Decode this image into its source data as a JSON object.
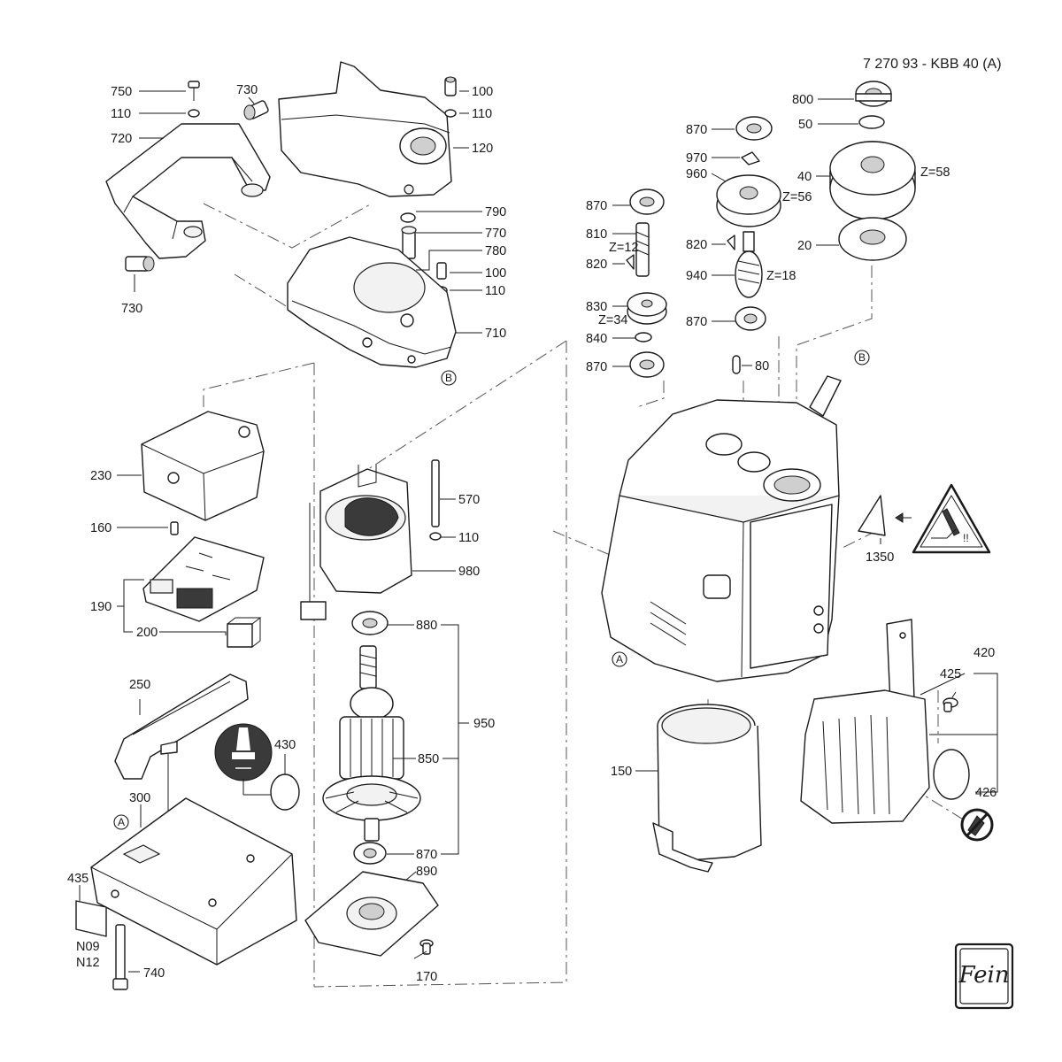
{
  "document": {
    "title": "7 270 93 - KBB 40 (A)"
  },
  "callouts": {
    "c750": "750",
    "c110a": "110",
    "c720": "720",
    "c730a": "730",
    "c730b": "730",
    "c100a": "100",
    "c110b": "110",
    "c120": "120",
    "c790": "790",
    "c770": "770",
    "c780": "780",
    "c100b": "100",
    "c110c": "110",
    "c710": "710",
    "c800": "800",
    "c50": "50",
    "c870a": "870",
    "c970": "970",
    "c960": "960",
    "c40": "40",
    "c870b": "870",
    "c810": "810",
    "c820a": "820",
    "c820b": "820",
    "c20": "20",
    "c940": "940",
    "c830": "830",
    "c840": "840",
    "c870c": "870",
    "c870d": "870",
    "c80": "80",
    "c230": "230",
    "c160": "160",
    "c190": "190",
    "c200": "200",
    "c570": "570",
    "c110d": "110",
    "c980": "980",
    "c880": "880",
    "c950": "950",
    "c850": "850",
    "c870e": "870",
    "c890": "890",
    "c170": "170",
    "c250": "250",
    "c430": "430",
    "c300": "300",
    "c435": "435",
    "cN09": "N09",
    "cN12": "N12",
    "c740": "740",
    "c1350": "1350",
    "c420": "420",
    "c425": "425",
    "c426": "426",
    "c150": "150"
  },
  "tooth_labels": {
    "z58": "Z=58",
    "z56": "Z=56",
    "z12": "Z=12",
    "z18": "Z=18",
    "z34": "Z=34"
  },
  "ref_markers": {
    "a": "A",
    "b": "B"
  },
  "brand": {
    "logo": "Fein",
    "logo_icon": "fein-logo-icon"
  },
  "icons": {
    "warning": "warning-triangle-icon",
    "no_grease": "prohibition-icon",
    "instruction": "instruction-icon"
  }
}
